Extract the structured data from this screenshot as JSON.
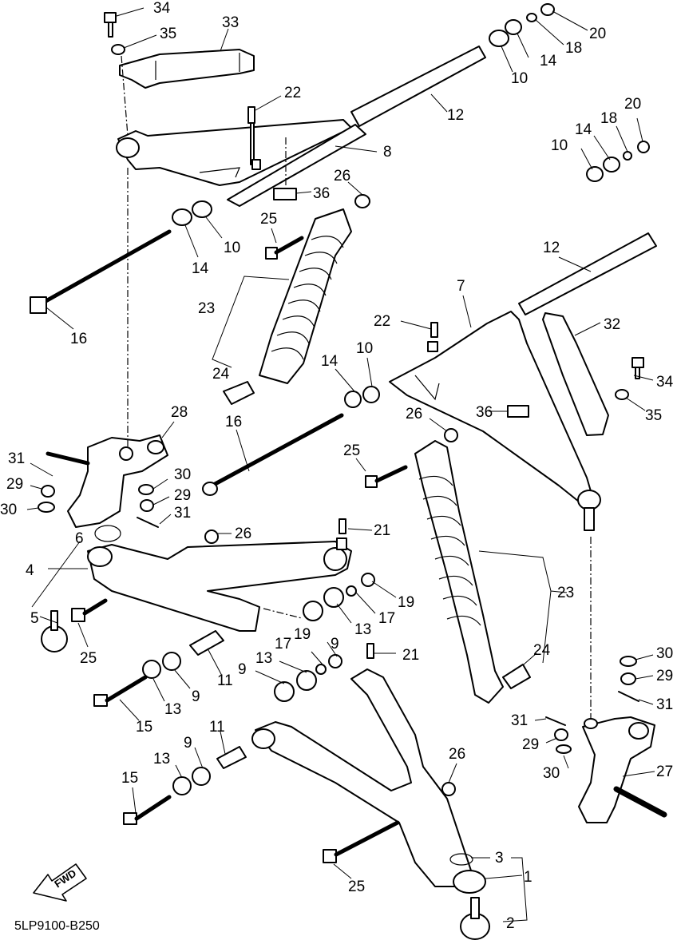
{
  "diagram": {
    "catalog_code": "5LP9100-B250",
    "fwd_label": "FWD",
    "callouts": [
      {
        "key": "c34a",
        "text": "34"
      },
      {
        "key": "c35a",
        "text": "35"
      },
      {
        "key": "c33",
        "text": "33"
      },
      {
        "key": "c20a",
        "text": "20"
      },
      {
        "key": "c18a",
        "text": "18"
      },
      {
        "key": "c14a",
        "text": "14"
      },
      {
        "key": "c10a",
        "text": "10"
      },
      {
        "key": "c22a",
        "text": "22"
      },
      {
        "key": "c12a",
        "text": "12"
      },
      {
        "key": "c8",
        "text": "8"
      },
      {
        "key": "c20b",
        "text": "20"
      },
      {
        "key": "c18b",
        "text": "18"
      },
      {
        "key": "c14b",
        "text": "14"
      },
      {
        "key": "c10b",
        "text": "10"
      },
      {
        "key": "c26a",
        "text": "26"
      },
      {
        "key": "c36a",
        "text": "36"
      },
      {
        "key": "c25a",
        "text": "25"
      },
      {
        "key": "c14c",
        "text": "14"
      },
      {
        "key": "c10c",
        "text": "10"
      },
      {
        "key": "c12b",
        "text": "12"
      },
      {
        "key": "c23a",
        "text": "23"
      },
      {
        "key": "c16a",
        "text": "16"
      },
      {
        "key": "c7",
        "text": "7"
      },
      {
        "key": "c22b",
        "text": "22"
      },
      {
        "key": "c32",
        "text": "32"
      },
      {
        "key": "c24a",
        "text": "24"
      },
      {
        "key": "c14d",
        "text": "14"
      },
      {
        "key": "c10d",
        "text": "10"
      },
      {
        "key": "c34b",
        "text": "34"
      },
      {
        "key": "c35b",
        "text": "35"
      },
      {
        "key": "c36b",
        "text": "36"
      },
      {
        "key": "c28",
        "text": "28"
      },
      {
        "key": "c16b",
        "text": "16"
      },
      {
        "key": "c26b",
        "text": "26"
      },
      {
        "key": "c31a",
        "text": "31"
      },
      {
        "key": "c25b",
        "text": "25"
      },
      {
        "key": "c29a",
        "text": "29"
      },
      {
        "key": "c30a",
        "text": "30"
      },
      {
        "key": "c30b",
        "text": "30"
      },
      {
        "key": "c29b",
        "text": "29"
      },
      {
        "key": "c31b",
        "text": "31"
      },
      {
        "key": "c6",
        "text": "6"
      },
      {
        "key": "c26c",
        "text": "26"
      },
      {
        "key": "c21a",
        "text": "21"
      },
      {
        "key": "c4",
        "text": "4"
      },
      {
        "key": "c19a",
        "text": "19"
      },
      {
        "key": "c17a",
        "text": "17"
      },
      {
        "key": "c13a",
        "text": "13"
      },
      {
        "key": "c23b",
        "text": "23"
      },
      {
        "key": "c5",
        "text": "5"
      },
      {
        "key": "c25c",
        "text": "25"
      },
      {
        "key": "c19b",
        "text": "19"
      },
      {
        "key": "c9a",
        "text": "9"
      },
      {
        "key": "c17b",
        "text": "17"
      },
      {
        "key": "c21b",
        "text": "21"
      },
      {
        "key": "c24b",
        "text": "24"
      },
      {
        "key": "c11a",
        "text": "11"
      },
      {
        "key": "c9b",
        "text": "9"
      },
      {
        "key": "c13b",
        "text": "13"
      },
      {
        "key": "c9c",
        "text": "9"
      },
      {
        "key": "c13c",
        "text": "13"
      },
      {
        "key": "c15a",
        "text": "15"
      },
      {
        "key": "c30c",
        "text": "30"
      },
      {
        "key": "c29c",
        "text": "29"
      },
      {
        "key": "c31c",
        "text": "31"
      },
      {
        "key": "c31d",
        "text": "31"
      },
      {
        "key": "c29d",
        "text": "29"
      },
      {
        "key": "c30d",
        "text": "30"
      },
      {
        "key": "c11b",
        "text": "11"
      },
      {
        "key": "c9d",
        "text": "9"
      },
      {
        "key": "c26d",
        "text": "26"
      },
      {
        "key": "c27",
        "text": "27"
      },
      {
        "key": "c13d",
        "text": "13"
      },
      {
        "key": "c15b",
        "text": "15"
      },
      {
        "key": "c3",
        "text": "3"
      },
      {
        "key": "c1",
        "text": "1"
      },
      {
        "key": "c25d",
        "text": "25"
      },
      {
        "key": "c2",
        "text": "2"
      }
    ]
  }
}
